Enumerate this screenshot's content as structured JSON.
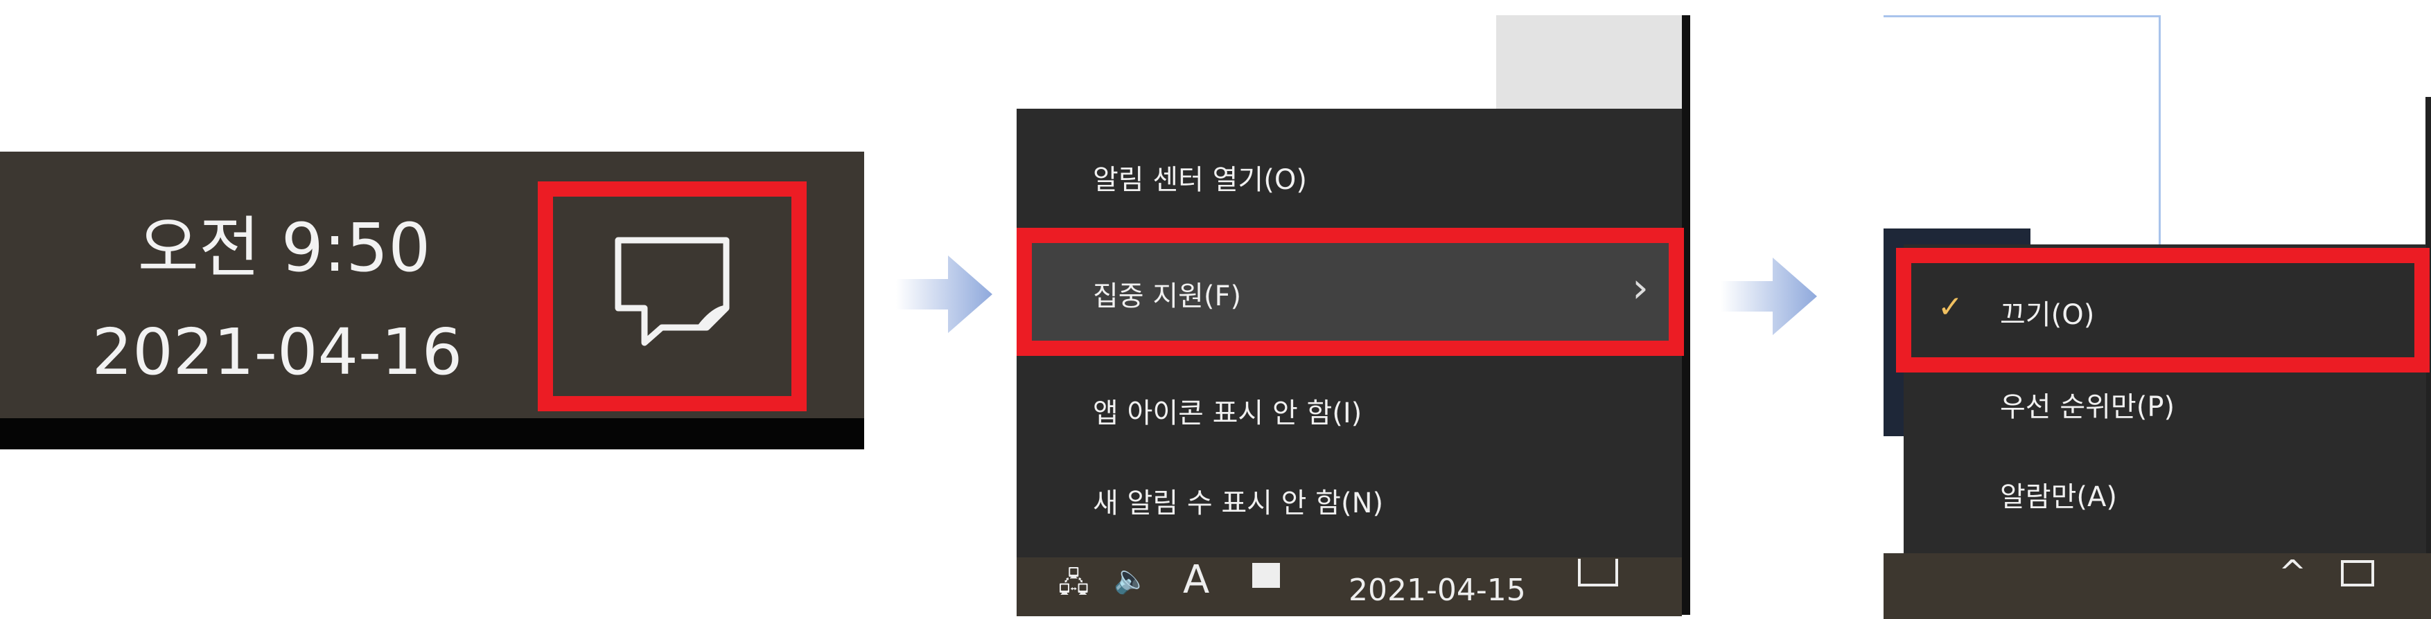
{
  "panel1": {
    "time": "오전 9:50",
    "date": "2021-04-16",
    "icon": "notification-icon"
  },
  "panel2": {
    "menu_items": [
      {
        "label": "알림 센터 열기(O)"
      },
      {
        "label": "집중 지원(F)",
        "has_submenu": true
      },
      {
        "label": "앱 아이콘 표시 안 함(I)"
      },
      {
        "label": "새 알림 수 표시 안 함(N)"
      }
    ],
    "taskbar_date": "2021-04-15",
    "taskbar_ime": "A"
  },
  "panel3": {
    "menu_items": [
      {
        "label": "끄기(O)",
        "checked": true
      },
      {
        "label": "우선 순위만(P)"
      },
      {
        "label": "알람만(A)"
      }
    ]
  },
  "colors": {
    "highlight": "#ec1c24",
    "menu_bg": "#2b2b2b",
    "hover_bg": "#414141",
    "arrow": "#8fa9dc",
    "taskbar": "#3c3731"
  }
}
